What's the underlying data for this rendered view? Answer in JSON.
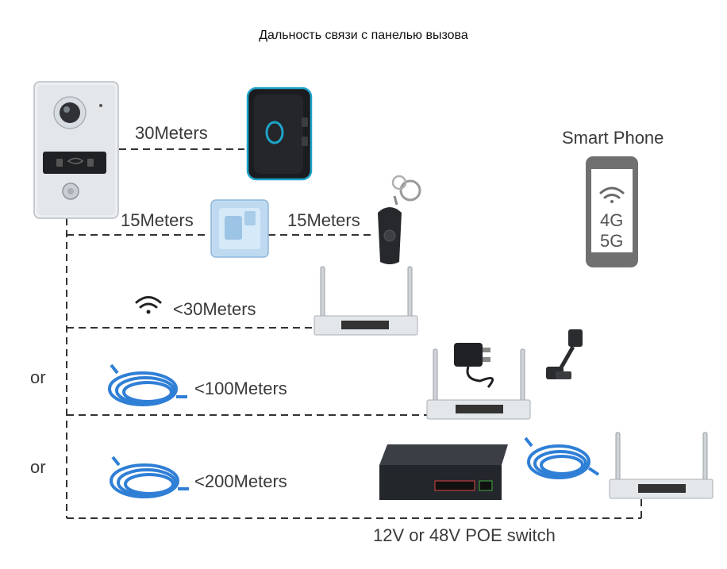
{
  "title": "Дальность связи с панелью вызова",
  "links": {
    "chime": "30Meters",
    "relay": "15Meters",
    "remote": "15Meters",
    "wifi": "<30Meters",
    "cable100": "<100Meters",
    "cable200": "<200Meters"
  },
  "or_labels": [
    "or",
    "or"
  ],
  "phone": {
    "label": "Smart Phone",
    "net_4g": "4G",
    "net_5g": "5G"
  },
  "switch_label": "12V or 48V POE switch",
  "colors": {
    "line": "#333333",
    "cable": "#2f7fd6",
    "panel": "#e9ecef",
    "chime_accent": "#1ea3c9"
  },
  "icons": [
    "doorbell-panel-icon",
    "chime-icon",
    "relay-box-icon",
    "remote-fob-icon",
    "router-icon",
    "wifi-icon",
    "ethernet-cable-icon",
    "power-adapter-icon",
    "poe-injector-icon",
    "poe-switch-icon",
    "smartphone-icon"
  ]
}
